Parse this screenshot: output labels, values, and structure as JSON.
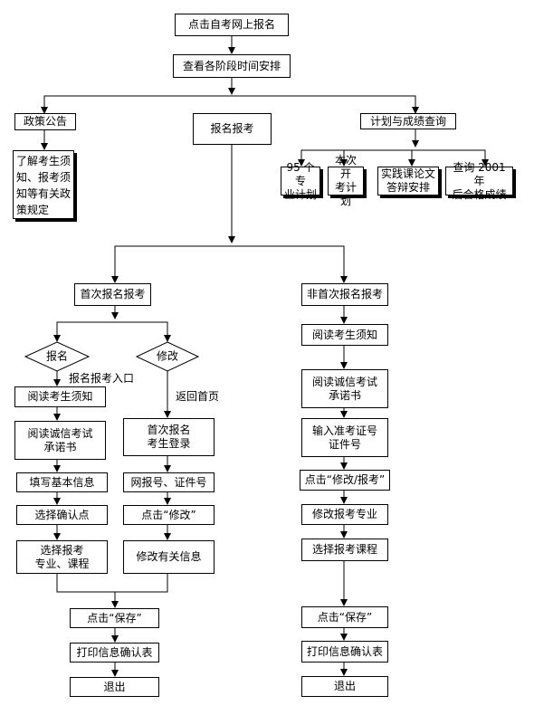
{
  "nodes": {
    "start": "点击自考网上报名",
    "schedule": "查看各阶段时间安排",
    "policy": "政策公告",
    "register": "报名报考",
    "plan": "计划与成绩查询",
    "policy_detail": "了解考生须\n知、报考须\n知等有关政\n策规定",
    "plan95": "95 个专\n业计划",
    "plan_this": "本次开\n考计划",
    "practice": "实践课论文\n答辩安排",
    "query2001": "查询 2001 年\n后合格成绩",
    "first": "首次报名报考",
    "nonfirst": "非首次报名报考",
    "d_register": "报名",
    "d_modify": "修改",
    "l_read_notice": "阅读考生须知",
    "l_read_integrity": "阅读诚信考试\n承诺书",
    "l_fill": "填写基本信息",
    "l_site": "选择确认点",
    "l_subject": "选择报考\n专业、课程",
    "m_login": "首次报名\n考生登录",
    "m_id": "网报号、证件号",
    "m_click": "点击“修改”",
    "m_edit": "修改有关信息",
    "save": "点击“保存”",
    "print": "打印信息确认表",
    "exit": "退出",
    "r_read_notice": "阅读考生须知",
    "r_read_integrity": "阅读诚信考试\n承诺书",
    "r_input": "输入准考证号\n证件号",
    "r_click": "点击“修改/报考”",
    "r_modify_major": "修改报考专业",
    "r_select_course": "选择报考课程",
    "r_save": "点击“保存”",
    "r_print": "打印信息确认表",
    "r_exit": "退出"
  },
  "labels": {
    "entry": "报名报考入口",
    "home": "返回首页"
  }
}
